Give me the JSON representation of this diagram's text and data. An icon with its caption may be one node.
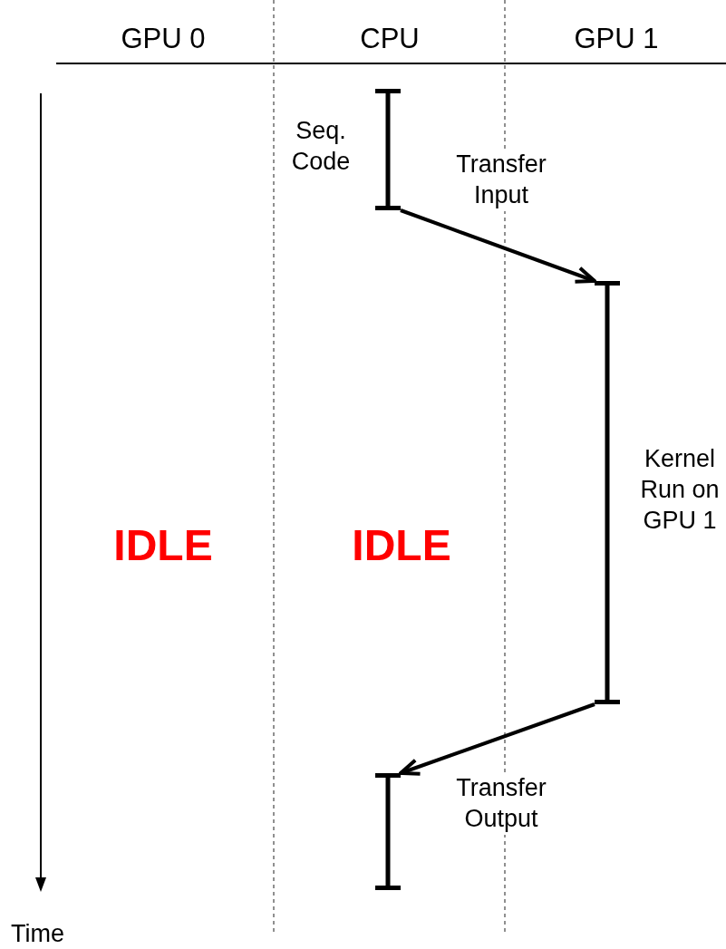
{
  "diagram": {
    "nodes": [
      {
        "text": [],
        "shape": "bar",
        "beside": [
          "Seq. Code"
        ]
      },
      {
        "text": [],
        "shape": "bar",
        "beside": [
          "Kernel Run on GPU 1"
        ]
      },
      {
        "text": [],
        "shape": "bar"
      }
    ],
    "edges": [
      {
        "from": 0,
        "to": 1,
        "arrow": "to",
        "label": "Transfer Input"
      },
      {
        "from": 1,
        "to": 2,
        "arrow": "to",
        "label": "Transfer Output"
      }
    ],
    "labels": [
      "GPU 0",
      "CPU",
      "GPU 1",
      "IDLE",
      "IDLE",
      "Time"
    ]
  }
}
